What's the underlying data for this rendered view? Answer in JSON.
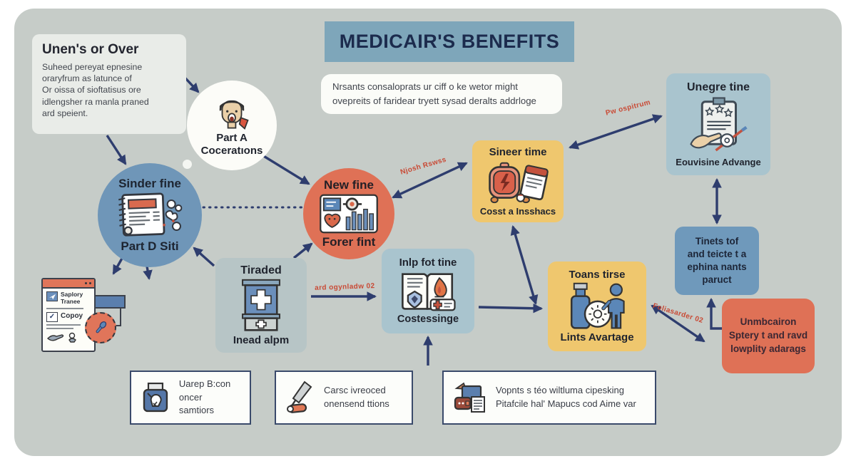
{
  "title": "MEDICAIR'S BENEFITS",
  "intro_note": "Nrsants consaloprats ur ciff o ke wetor might\novepreits of faridear tryett sysad deralts addrloge",
  "info_box": {
    "title": "Unen's or Over",
    "body": "Suheed pereyat epnesine\noraryfrum as latunce of\nOr oissa of sioftatisus ore\nidlengsher ra manla praned\nard speient."
  },
  "nodes": {
    "part_a": {
      "line1": "Part A",
      "line2": "Coceratıons",
      "icon": "person-icon"
    },
    "sinder": {
      "top": "Sinder fine",
      "bottom": "Part D Siti",
      "icon": "notebook-icon"
    },
    "new_fine": {
      "top": "New fine",
      "bottom": "Forer fint",
      "icon": "chart-search-icon"
    },
    "sineer": {
      "top": "Sineer time",
      "bottom": "Cosst a Insshacs",
      "icon": "alarm-clock-clipboard-icon"
    },
    "unegre": {
      "top": "Unegre tine",
      "bottom": "Eouvisine Advange",
      "icon": "clipboard-stars-hand-icon"
    },
    "inlp": {
      "top": "Inlp fot tine",
      "bottom": "Costessinge",
      "icon": "open-book-flame-icon"
    },
    "tiraded": {
      "top": "Tiraded",
      "bottom": "Inead alpm",
      "icon": "first-aid-cabinet-icon"
    },
    "toans": {
      "top": "Toans tirse",
      "bottom": "Lints Avartage",
      "icon": "vaccine-vial-person-icon"
    },
    "tinets": {
      "text": "Tinets tof\nand teicte t a\nephina nants\nparuct"
    },
    "unmb": {
      "text": "Unmbcairon\nSptery t and ravd\nlowplity adarags"
    }
  },
  "arrow_labels": {
    "new_sineer": "Njosh Rswss",
    "sineer_unegre": "Pw ospitrum",
    "tiraded_inlp": "ard ogynladw 02",
    "toans_unmb": "Foliasarder 02"
  },
  "doc_panel": {
    "row1_line1": "Saplory",
    "row1_line2": "Tranee",
    "row2": "Copoy",
    "check_mark": "✓"
  },
  "legend": [
    {
      "icon": "jar-icon",
      "text": "Uarep B:con\noncer samtiors"
    },
    {
      "icon": "syringe-icon",
      "text": "Carsc ivreoced\nonensend ttions"
    },
    {
      "icon": "printer-icon",
      "text": "Vopnts s téo wiltluma cipesking\nPitafcile hal' Mapucs cod Aime var"
    }
  ],
  "colors": {
    "canvas_bg": "#c6ccc8",
    "banner": "#7ea6ba",
    "title_text": "#1c2b4d",
    "arrow": "#2e3d6e",
    "accent_coral": "#df7156",
    "accent_yellow": "#efc76e",
    "accent_steel_blue": "#6f96b8",
    "accent_light_blue": "#a9c4ce",
    "annotation_red": "#c94a35"
  }
}
